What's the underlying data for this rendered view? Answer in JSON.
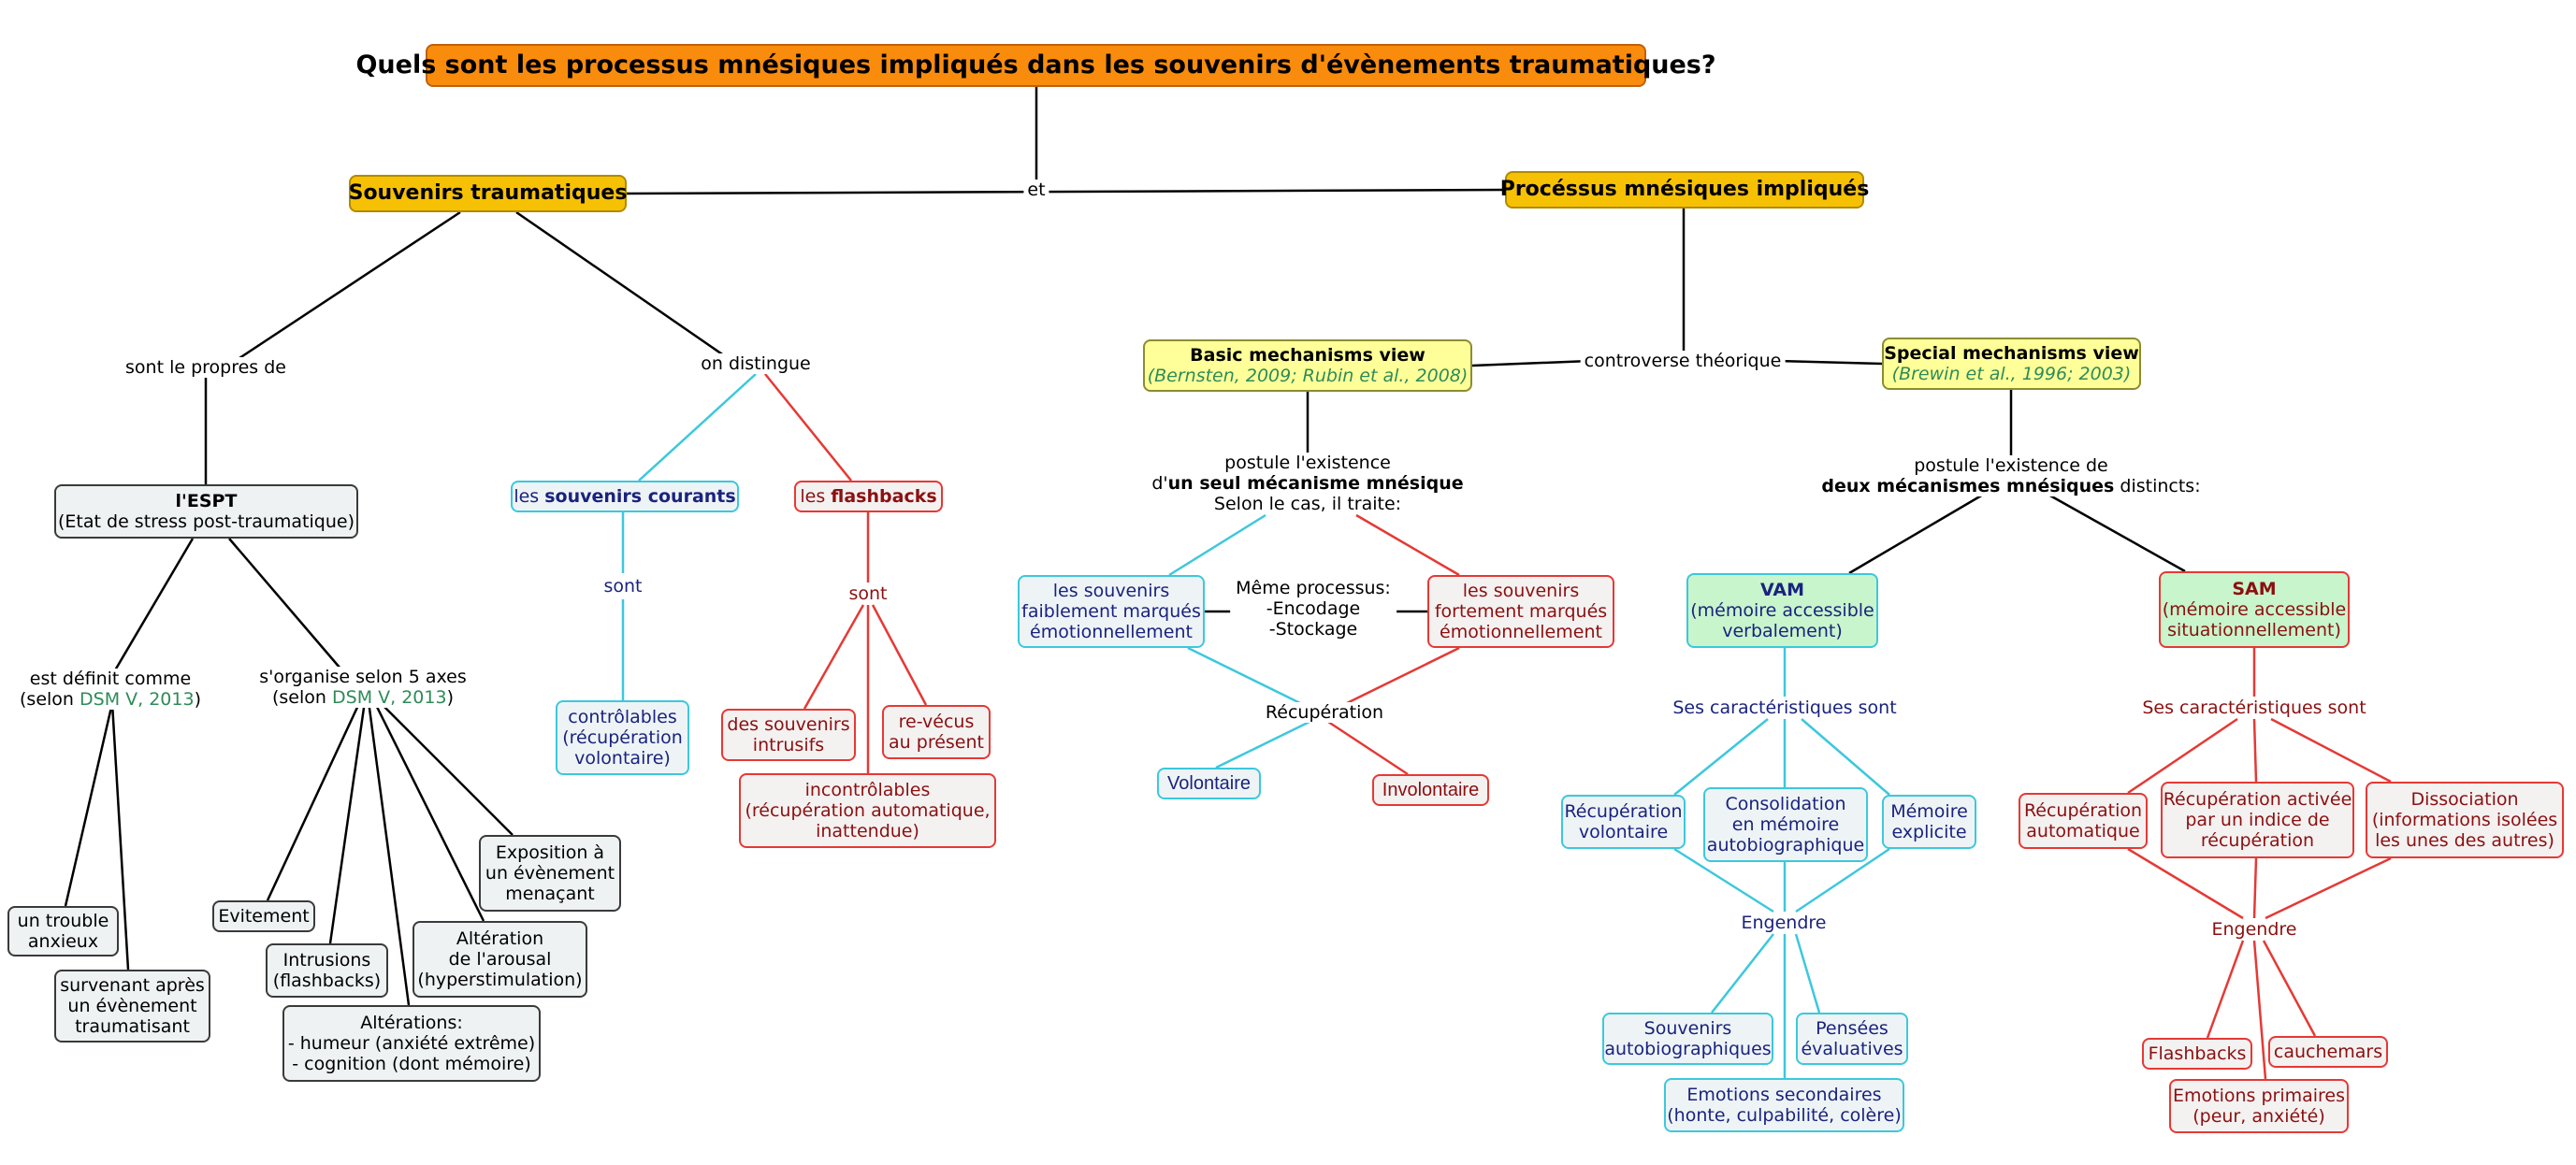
{
  "colors": {
    "black": "#000000",
    "cyan": "#3cc8dc",
    "red": "#e53935"
  },
  "title": "Quels sont les processus mnésiques impliqués dans les souvenirs d'évènements traumatiques?",
  "link_et": "et",
  "souvenirs": {
    "title": "Souvenirs traumatiques",
    "propres": "sont le propres de",
    "distingue": "on distingue",
    "espt": {
      "name": "l'ESPT",
      "desc": "(Etat de stress post-traumatique)"
    },
    "defini": {
      "line1": "est définit comme",
      "selon": "(selon ",
      "ref": "DSM V, 2013",
      "close": ")"
    },
    "organise": {
      "line1": "s'organise selon 5 axes",
      "selon": "(selon ",
      "ref": "DSM V, 2013",
      "close": ")"
    },
    "trouble": [
      "un trouble",
      "anxieux"
    ],
    "survenant": [
      "survenant après",
      "un évènement",
      "traumatisant"
    ],
    "evitement": "Evitement",
    "intrusions": [
      "Intrusions",
      "(flashbacks)"
    ],
    "alterations": [
      "Altérations:",
      "- humeur (anxiété extrême)",
      "- cognition (dont mémoire)"
    ],
    "arousal": [
      "Altération",
      "de l'arousal",
      "(hyperstimulation)"
    ],
    "exposition": [
      "Exposition à",
      "un évènement",
      "menaçant"
    ],
    "courants": {
      "pre": "les ",
      "bold": "souvenirs courants"
    },
    "flashbacks": {
      "pre": "les ",
      "bold": "flashbacks"
    },
    "sont_c": "sont",
    "sont_r": "sont",
    "controlables": [
      "contrôlables",
      "(récupération",
      "volontaire)"
    ],
    "intrusifs": [
      "des souvenirs",
      "intrusifs"
    ],
    "revecus": [
      "re-vécus",
      "au présent"
    ],
    "incontrolables": [
      "incontrôlables",
      "(récupération automatique,",
      "inattendue)"
    ]
  },
  "processus": {
    "title": "Procéssus mnésiques impliqués",
    "controverse": "controverse théorique",
    "basic": {
      "name": "Basic mechanisms view",
      "ref": "(Bernsten, 2009; Rubin et al., 2008)"
    },
    "special": {
      "name": "Special mechanisms view",
      "ref": "(Brewin et al., 1996; 2003)"
    },
    "postule_basic": {
      "line1": "postule l'existence",
      "pre": "d'",
      "bold": "un seul mécanisme mnésique",
      "line3": "Selon le cas, il traite:"
    },
    "faible": [
      "les souvenirs",
      "faiblement marqués",
      "émotionnellement"
    ],
    "fort": [
      "les souvenirs",
      "fortement marqués",
      "émotionnellement"
    ],
    "meme": [
      "Même processus:",
      "-Encodage",
      "-Stockage"
    ],
    "recuperation": "Récupération",
    "volontaire": "Volontaire",
    "involontaire": "Involontaire",
    "postule_special": {
      "line1": "postule l'existence de",
      "bold": "deux mécanismes mnésiques",
      "post": " distincts:"
    },
    "vam": {
      "name": "VAM",
      "desc": [
        "(mémoire accessible",
        "verbalement)"
      ]
    },
    "sam": {
      "name": "SAM",
      "desc": [
        "(mémoire accessible",
        "situationnellement)"
      ]
    },
    "carac_vam": "Ses caractéristiques sont",
    "carac_sam": "Ses caractéristiques sont",
    "recup_vol": [
      "Récupération",
      "volontaire"
    ],
    "consolidation": [
      "Consolidation",
      "en mémoire",
      "autobiographique"
    ],
    "explicite": [
      "Mémoire",
      "explicite"
    ],
    "engendre_vam": "Engendre",
    "souv_auto": [
      "Souvenirs",
      "autobiographiques"
    ],
    "pensees": [
      "Pensées",
      "évaluatives"
    ],
    "emo_sec": [
      "Emotions secondaires",
      "(honte, culpabilité, colère)"
    ],
    "recup_auto": [
      "Récupération",
      "automatique"
    ],
    "recup_indice": [
      "Récupération activée",
      "par un indice de",
      "récupération"
    ],
    "dissociation": [
      "Dissociation",
      "(informations isolées",
      "les unes des autres)"
    ],
    "engendre_sam": "Engendre",
    "flashbacks2": "Flashbacks",
    "cauchemars": "cauchemars",
    "emo_prim": [
      "Emotions primaires",
      "(peur, anxiété)"
    ]
  }
}
